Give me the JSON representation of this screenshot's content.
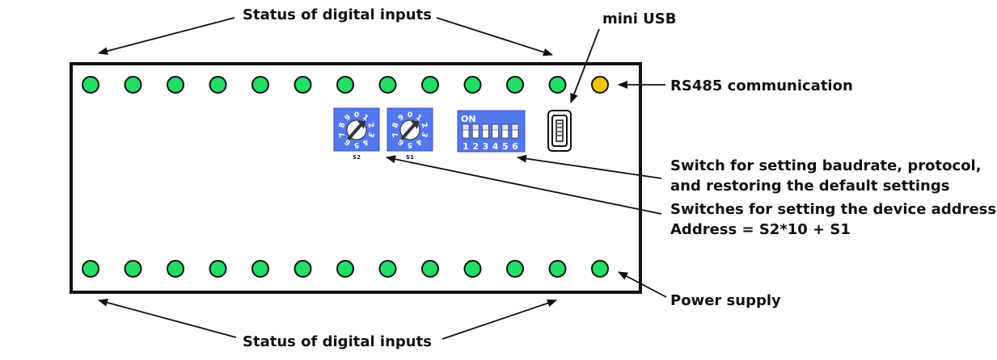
{
  "labels": {
    "status_top": "Status of digital inputs",
    "status_bottom": "Status of digital inputs",
    "mini_usb": "mini USB",
    "rs485": "RS485 communication",
    "switch_line1": "Switch for setting baudrate, protocol,",
    "switch_line2": "and restoring the default settings",
    "address_line1": "Switches for setting the device address",
    "address_line2": "Address = S2*10 + S1",
    "power": "Power supply"
  },
  "rotary_switches": [
    {
      "name": "S2",
      "digits": [
        "0",
        "1",
        "2",
        "3",
        "4",
        "5",
        "6",
        "7",
        "8",
        "9"
      ]
    },
    {
      "name": "S1",
      "digits": [
        "0",
        "1",
        "2",
        "3",
        "4",
        "5",
        "6",
        "7",
        "8",
        "9"
      ]
    }
  ],
  "dip_switch": {
    "on_label": "ON",
    "positions": [
      "1",
      "2",
      "3",
      "4",
      "5",
      "6"
    ]
  },
  "leds": {
    "top_row_count": 13,
    "bottom_row_count": 13,
    "input_color": "#22dd66",
    "rs485_color": "#f5c400",
    "power_color": "#22dd66"
  },
  "colors": {
    "switch_body": "#5577ee",
    "outline": "#111111"
  }
}
